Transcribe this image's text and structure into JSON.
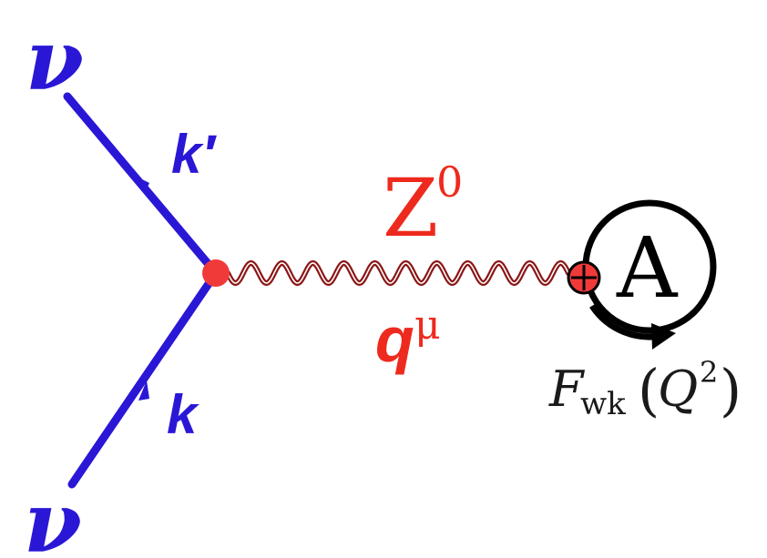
{
  "labels": {
    "nu_top": "ν",
    "nu_bottom": "ν",
    "k_prime": "k′",
    "k": "k",
    "boson": "Z",
    "boson_sup": "0",
    "momentum": "q",
    "momentum_sup": "μ",
    "nucleus": "A",
    "form_factor_F": "F",
    "form_factor_sub": "wk",
    "form_factor_open": "(",
    "form_factor_Q": "Q",
    "form_factor_sup": "2",
    "form_factor_close": ")"
  },
  "colors": {
    "neutrino": "#2a17d6",
    "vertex": "#f03a3a",
    "boson_line": "#8b1616",
    "boson_label": "#ee2a1e",
    "nucleus": "#000000",
    "form_factor": "#1a1a1a"
  }
}
